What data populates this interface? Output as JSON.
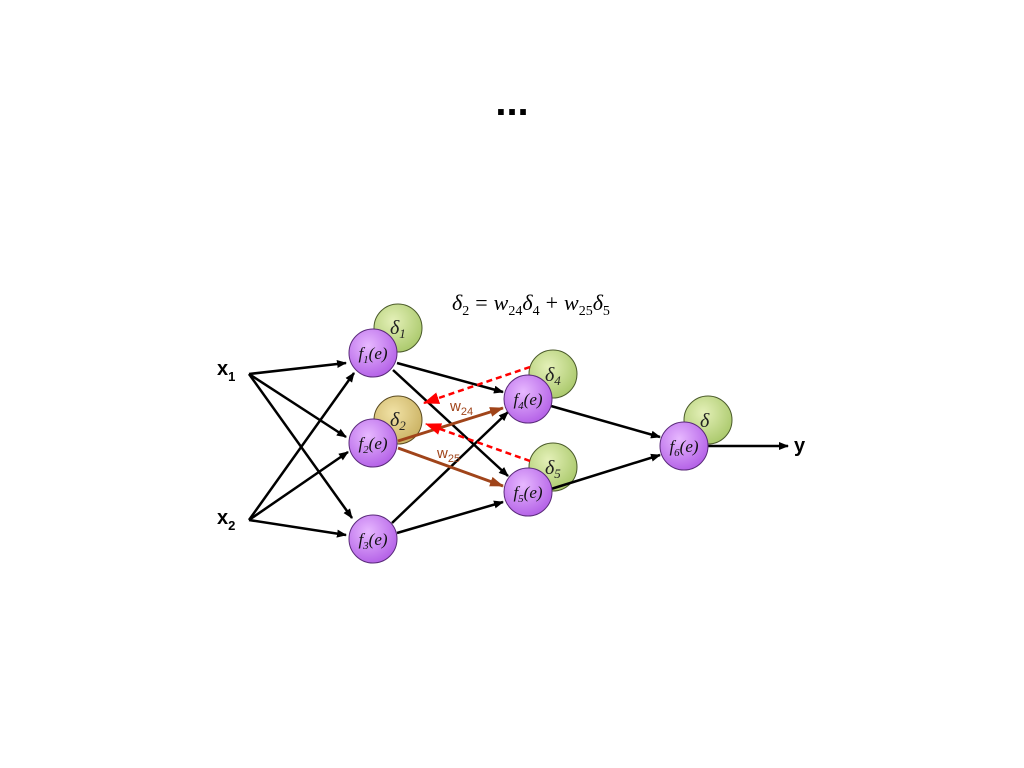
{
  "slide": {
    "ellipsis": "..."
  },
  "formula": {
    "lhs": "δ",
    "lhs_sub": "2",
    "eq": "=",
    "t1_w": "w",
    "t1_w_sub": "24",
    "t1_d": "δ",
    "t1_d_sub": "4",
    "plus": "+",
    "t2_w": "w",
    "t2_w_sub": "25",
    "t2_d": "δ",
    "t2_d_sub": "5"
  },
  "inputs": [
    {
      "label": "x",
      "sub": "1"
    },
    {
      "label": "x",
      "sub": "2"
    }
  ],
  "output": {
    "label": "y"
  },
  "neurons": [
    {
      "f": "f",
      "sub": "1",
      "arg": "(e)",
      "delta": "δ",
      "delta_sub": "1"
    },
    {
      "f": "f",
      "sub": "2",
      "arg": "(e)",
      "delta": "δ",
      "delta_sub": "2"
    },
    {
      "f": "f",
      "sub": "3",
      "arg": "(e)"
    },
    {
      "f": "f",
      "sub": "4",
      "arg": "(e)",
      "delta": "δ",
      "delta_sub": "4"
    },
    {
      "f": "f",
      "sub": "5",
      "arg": "(e)",
      "delta": "δ",
      "delta_sub": "5"
    },
    {
      "f": "f",
      "sub": "6",
      "arg": "(e)",
      "delta": "δ",
      "delta_sub": ""
    }
  ],
  "weights": [
    {
      "w": "w",
      "sub": "24"
    },
    {
      "w": "w",
      "sub": "25"
    }
  ],
  "colors": {
    "neuron": "#c77df0",
    "neuron_stroke": "#5a2a7a",
    "delta": "#c6dc8c",
    "delta_highlight": "#dcc878",
    "arrow": "#000000",
    "weight_arrow": "#a0441a",
    "backprop": "#ff0000"
  }
}
